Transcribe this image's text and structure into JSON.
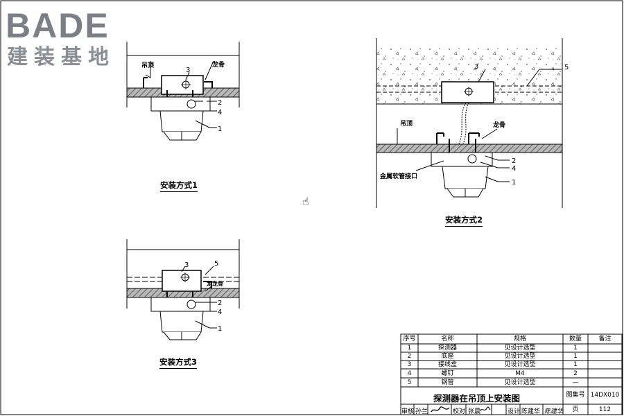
{
  "logo": {
    "latin": "BADE",
    "chinese": "建装基地"
  },
  "view1": {
    "caption": "安装方式1",
    "label_ceiling": "吊顶",
    "label_keel": "龙骨",
    "callouts": [
      "3",
      "2",
      "4",
      "1"
    ]
  },
  "view2": {
    "caption": "安装方式2",
    "label_ceiling": "吊顶",
    "label_keel": "龙骨",
    "label_interface": "金属软管接口",
    "callouts": [
      "3",
      "5",
      "2",
      "4",
      "1"
    ]
  },
  "view3": {
    "caption": "安装方式3",
    "label_keel": "龙龙骨",
    "callouts": [
      "3",
      "5",
      "2",
      "4",
      "1"
    ]
  },
  "title_block": {
    "headers": [
      "序号",
      "名称",
      "规格",
      "数量",
      "备注"
    ],
    "rows": [
      [
        "1",
        "探测器",
        "见设计选型",
        "1",
        ""
      ],
      [
        "2",
        "底座",
        "见设计选型",
        "1",
        ""
      ],
      [
        "3",
        "接线盒",
        "见设计选型",
        "1",
        ""
      ],
      [
        "4",
        "螺钉",
        "M4",
        "2",
        ""
      ],
      [
        "5",
        "钢管",
        "见设计选型",
        "—",
        ""
      ]
    ],
    "drawing_title": "探测器在吊顶上安装图",
    "atlas_label": "图集号",
    "atlas_no": "14DX010",
    "page_label": "页",
    "page_no": "112",
    "signature_row": [
      "审核",
      "孙兰",
      "校对",
      "张晨",
      "设计",
      "陈建华",
      "陈建华"
    ]
  }
}
